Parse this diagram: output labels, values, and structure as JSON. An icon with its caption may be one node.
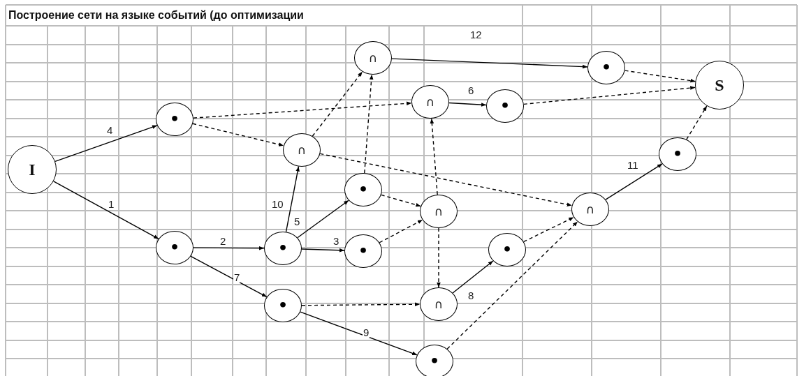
{
  "diagram": {
    "title": "Построение сети на языке событий (до оптимизации",
    "nodes": [
      {
        "text": [
          "I"
        ]
      },
      {
        "text": [
          "•"
        ]
      },
      {
        "text": [
          "∩"
        ]
      },
      {
        "text": [
          "∩"
        ]
      },
      {
        "text": [
          "•"
        ]
      },
      {
        "text": [
          "∩"
        ]
      },
      {
        "text": [
          "•"
        ]
      },
      {
        "text": [
          "S"
        ]
      },
      {
        "text": [
          "•"
        ]
      },
      {
        "text": [
          "•"
        ]
      },
      {
        "text": [
          "∩"
        ]
      },
      {
        "text": [
          "∩"
        ]
      },
      {
        "text": [
          "•"
        ]
      },
      {
        "text": [
          "•"
        ]
      },
      {
        "text": [
          "•"
        ]
      },
      {
        "text": [
          "•"
        ]
      },
      {
        "text": [
          "•"
        ]
      },
      {
        "text": [
          "∩"
        ]
      },
      {
        "text": [
          "•"
        ]
      }
    ],
    "edges": [
      {
        "from": 0,
        "to": 1,
        "arrow": "to",
        "label": "4"
      },
      {
        "from": 0,
        "to": 12,
        "arrow": "to",
        "label": "1"
      },
      {
        "from": 12,
        "to": 13,
        "arrow": "to",
        "label": "2"
      },
      {
        "from": 12,
        "to": 16,
        "arrow": "to",
        "label": "7"
      },
      {
        "from": 13,
        "to": 2,
        "arrow": "to",
        "label": "10"
      },
      {
        "from": 13,
        "to": 9,
        "arrow": "to",
        "label": "5"
      },
      {
        "from": 13,
        "to": 14,
        "arrow": "to",
        "label": "3"
      },
      {
        "from": 16,
        "to": 18,
        "arrow": "to",
        "label": "9"
      },
      {
        "from": 17,
        "to": 15,
        "arrow": "to",
        "label": "8"
      },
      {
        "from": 11,
        "to": 8,
        "arrow": "to",
        "label": "11"
      },
      {
        "from": 3,
        "to": 4,
        "arrow": "to",
        "label": "12"
      },
      {
        "from": 5,
        "to": 6,
        "arrow": "to",
        "label": "6"
      },
      {
        "from": 1,
        "to": 5,
        "arrow": "to",
        "style": "dashed"
      },
      {
        "from": 1,
        "to": 2,
        "arrow": "to",
        "style": "dashed"
      },
      {
        "from": 2,
        "to": 3,
        "arrow": "to",
        "style": "dashed"
      },
      {
        "from": 9,
        "to": 3,
        "arrow": "to",
        "style": "dashed"
      },
      {
        "from": 2,
        "to": 11,
        "arrow": "to",
        "style": "dashed"
      },
      {
        "from": 9,
        "to": 10,
        "arrow": "to",
        "style": "dashed"
      },
      {
        "from": 14,
        "to": 10,
        "arrow": "to",
        "style": "dashed"
      },
      {
        "from": 10,
        "to": 5,
        "arrow": "to",
        "style": "dashed"
      },
      {
        "from": 10,
        "to": 17,
        "arrow": "to",
        "style": "dashed"
      },
      {
        "from": 16,
        "to": 17,
        "arrow": "to",
        "style": "dashed"
      },
      {
        "from": 15,
        "to": 11,
        "arrow": "to",
        "style": "dashed"
      },
      {
        "from": 18,
        "to": 11,
        "arrow": "to",
        "style": "dashed"
      },
      {
        "from": 4,
        "to": 7,
        "arrow": "to",
        "style": "dashed"
      },
      {
        "from": 6,
        "to": 7,
        "arrow": "to",
        "style": "dashed"
      },
      {
        "from": 8,
        "to": 7,
        "arrow": "to",
        "style": "dashed"
      }
    ]
  }
}
